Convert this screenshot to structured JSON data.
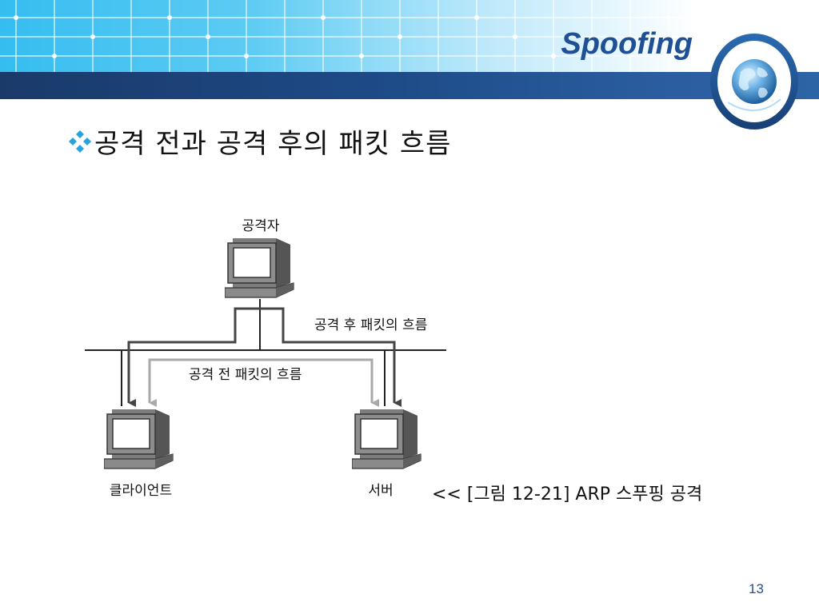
{
  "slide": {
    "title": "Spoofing",
    "bullet": "공격 전과 공격 후의 패킷 흐름",
    "caption": "<< [그림 12-21] ARP 스푸핑 공격",
    "page_number": "13"
  },
  "diagram": {
    "nodes": {
      "attacker": "공격자",
      "client": "클라이언트",
      "server": "서버"
    },
    "flows": {
      "after_attack": "공격 후 패킷의 흐름",
      "before_attack": "공격 전 패킷의 흐름"
    }
  },
  "colors": {
    "accent_blue": "#1f4f95",
    "header_light": "#35bdf0",
    "header_dark": "#1a3a6a",
    "arrow_dark": "#444444",
    "arrow_light": "#a9a9a9"
  },
  "icons": {
    "bullet": "diamond-cluster-icon",
    "globe": "globe-icon",
    "computer": "computer-icon"
  }
}
